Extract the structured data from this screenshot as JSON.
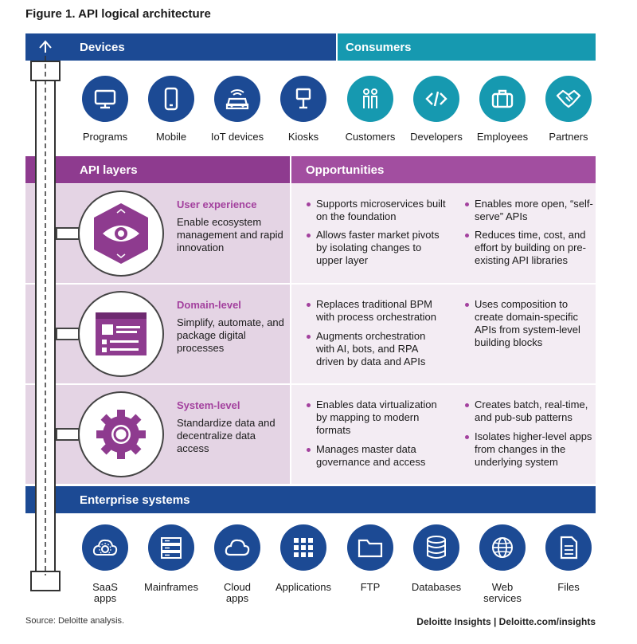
{
  "figure_title": "Figure 1. API logical architecture",
  "top": {
    "devices_label": "Devices",
    "consumers_label": "Consumers",
    "devices": [
      {
        "label": "Programs",
        "icon": "monitor-icon"
      },
      {
        "label": "Mobile",
        "icon": "mobile-icon"
      },
      {
        "label": "IoT devices",
        "icon": "car-icon"
      },
      {
        "label": "Kiosks",
        "icon": "kiosk-icon"
      }
    ],
    "consumers": [
      {
        "label": "Customers",
        "icon": "people-icon"
      },
      {
        "label": "Developers",
        "icon": "code-icon"
      },
      {
        "label": "Employees",
        "icon": "briefcase-icon"
      },
      {
        "label": "Partners",
        "icon": "handshake-icon"
      }
    ]
  },
  "middle": {
    "api_layers_label": "API layers",
    "opportunities_label": "Opportunities",
    "layers": [
      {
        "title": "User experience",
        "description": "Enable ecosystem management and rapid innovation",
        "icon": "eye-icon",
        "col1": [
          "Supports microservices built on the foundation",
          "Allows faster market pivots by isolating changes to upper layer"
        ],
        "col2": [
          "Enables more open, “self-serve” APIs",
          "Reduces time, cost, and effort by building on pre-existing API libraries"
        ]
      },
      {
        "title": "Domain-level",
        "description": "Simplify, automate, and package digital processes",
        "icon": "form-window-icon",
        "col1": [
          "Replaces traditional BPM with process orchestration",
          "Augments orchestration with AI, bots, and RPA driven by data and APIs"
        ],
        "col2": [
          "Uses composition to create domain-specific APIs from system-level building blocks"
        ]
      },
      {
        "title": "System-level",
        "description": "Standardize data and decentralize data access",
        "icon": "gear-icon",
        "col1": [
          "Enables data virtualization by mapping to modern formats",
          "Manages master data governance and access"
        ],
        "col2": [
          "Creates batch, real-time, and pub-sub patterns",
          "Isolates higher-level apps from changes in the underlying system"
        ]
      }
    ]
  },
  "bottom": {
    "enterprise_label": "Enterprise systems",
    "systems": [
      {
        "label": "SaaS\napps",
        "icon": "cloud-gear-icon"
      },
      {
        "label": "Mainframes",
        "icon": "server-icon"
      },
      {
        "label": "Cloud\napps",
        "icon": "cloud-icon"
      },
      {
        "label": "Applications",
        "icon": "grid-icon"
      },
      {
        "label": "FTP",
        "icon": "folder-icon"
      },
      {
        "label": "Databases",
        "icon": "database-icon"
      },
      {
        "label": "Web\nservices",
        "icon": "globe-icon"
      },
      {
        "label": "Files",
        "icon": "file-icon"
      }
    ]
  },
  "footer": {
    "source": "Source: Deloitte analysis.",
    "brand": "Deloitte Insights | Deloitte.com/insights"
  },
  "colors": {
    "navy": "#1c4a94",
    "teal": "#1699b0",
    "purple": "#8e3b8f",
    "light_purple": "#e4d4e4"
  }
}
